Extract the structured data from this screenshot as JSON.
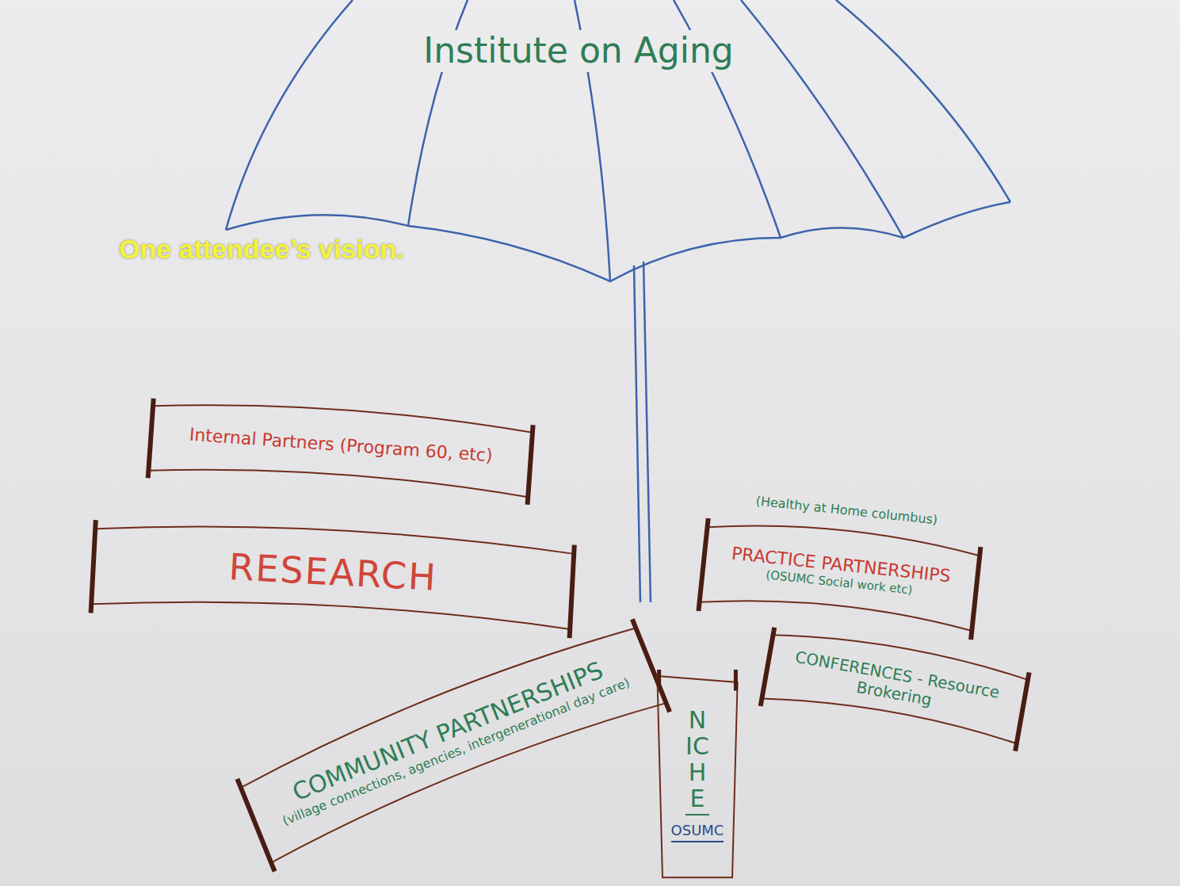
{
  "diagram": {
    "nodes": [
      {
        "text": [
          "Institute on Aging"
        ]
      },
      {
        "text": [
          "Internal Partners (Program 60, etc)"
        ]
      },
      {
        "text": [
          "RESEARCH"
        ]
      },
      {
        "text": [
          "COMMUNITY PARTNERSHIPS",
          "(village connections, agencies, intergenerational day care)"
        ]
      },
      {
        "text": [
          "(Healthy at Home columbus)",
          "PRACTICE PARTNERSHIPS",
          "(OSUMC Social work etc)"
        ]
      },
      {
        "text": [
          "CONFERENCES - Resource Brokering"
        ]
      },
      {
        "text": [
          "NICHE",
          "OSUMC"
        ]
      }
    ],
    "labels": [
      "One attendee’s vision."
    ]
  }
}
